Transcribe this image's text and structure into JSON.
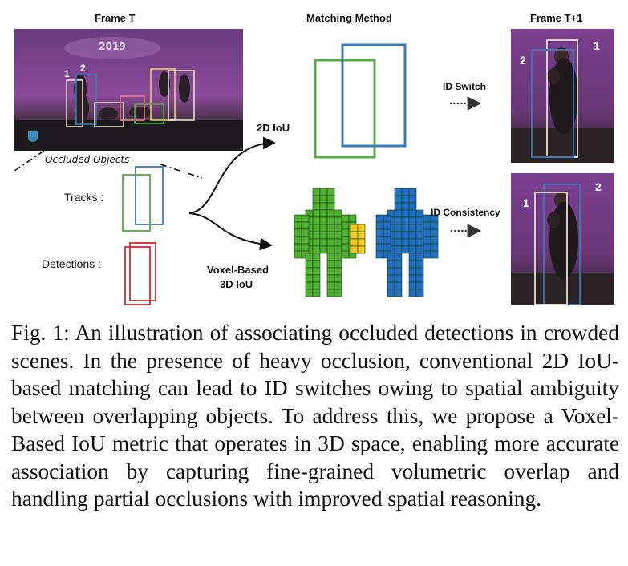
{
  "figure": {
    "frame_t_title": "Frame T",
    "matching_title": "Matching Method",
    "frame_t1_title": "Frame T+1",
    "photo_banner": "2019",
    "occluded_label": "Occluded Objects",
    "tracks_label": "Tracks :",
    "detections_label": "Detections :",
    "iou2d_label": "2D IoU",
    "voxel_label_line1": "Voxel-Based",
    "voxel_label_line2": "3D IoU",
    "id_switch_label": "ID Switch",
    "id_consistency_label": "ID Consistency",
    "frame_t_ids": [
      "1",
      "2"
    ],
    "switch_frame_ids": [
      "1",
      "2"
    ],
    "consistency_frame_ids": [
      "1",
      "2"
    ],
    "colors": {
      "track_green": "#5aa84a",
      "track_blue": "#3a78b8",
      "detection_red": "#d62a2a",
      "voxel_green": "#4fb031",
      "voxel_blue": "#1f6fc2",
      "voxel_yellow": "#f0c81e",
      "stage_purple": "#7a3f8e"
    }
  },
  "caption": {
    "label": "Fig. 1:",
    "text": "An illustration of associating occluded detections in crowded scenes. In the presence of heavy occlusion, conventional 2D IoU-based matching can lead to ID switches owing to spatial ambiguity between overlapping objects. To address this, we propose a Voxel-Based IoU metric that operates in 3D space, enabling more accurate association by capturing fine-grained volumetric overlap and handling partial occlusions with improved spatial reasoning."
  }
}
